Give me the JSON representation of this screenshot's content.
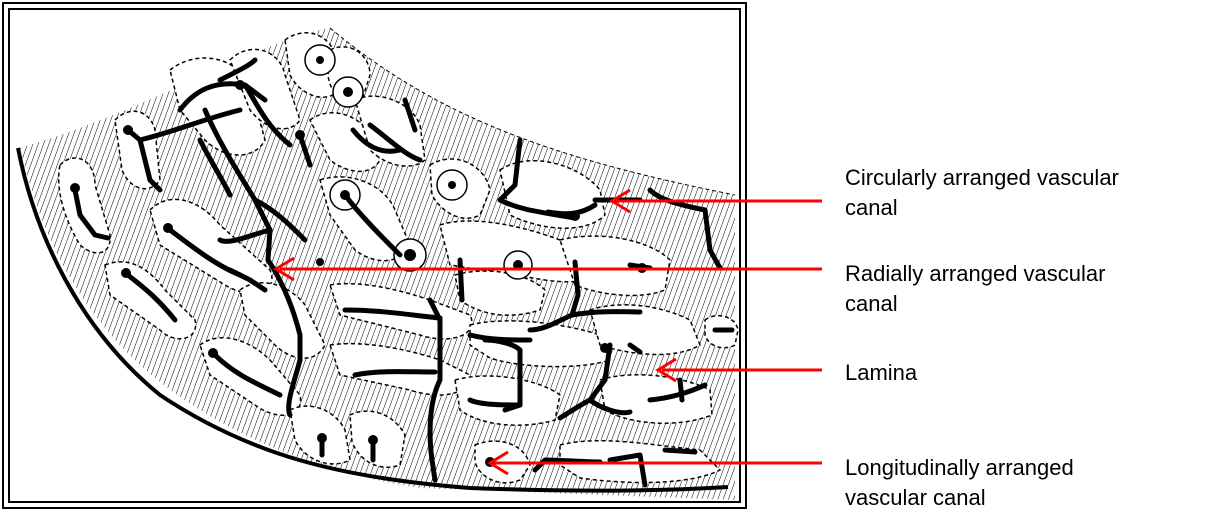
{
  "labels": {
    "circular": {
      "line1": "Circularly arranged vascular",
      "line2": "canal"
    },
    "radial": {
      "line1": "Radially arranged vascular",
      "line2": "canal"
    },
    "lamina": {
      "line1": "Lamina"
    },
    "longitudinal": {
      "line1": "Longitudinally arranged",
      "line2": "vascular canal"
    }
  },
  "colors": {
    "arrow": "#ff0000",
    "ink": "#000000",
    "background": "#ffffff"
  }
}
